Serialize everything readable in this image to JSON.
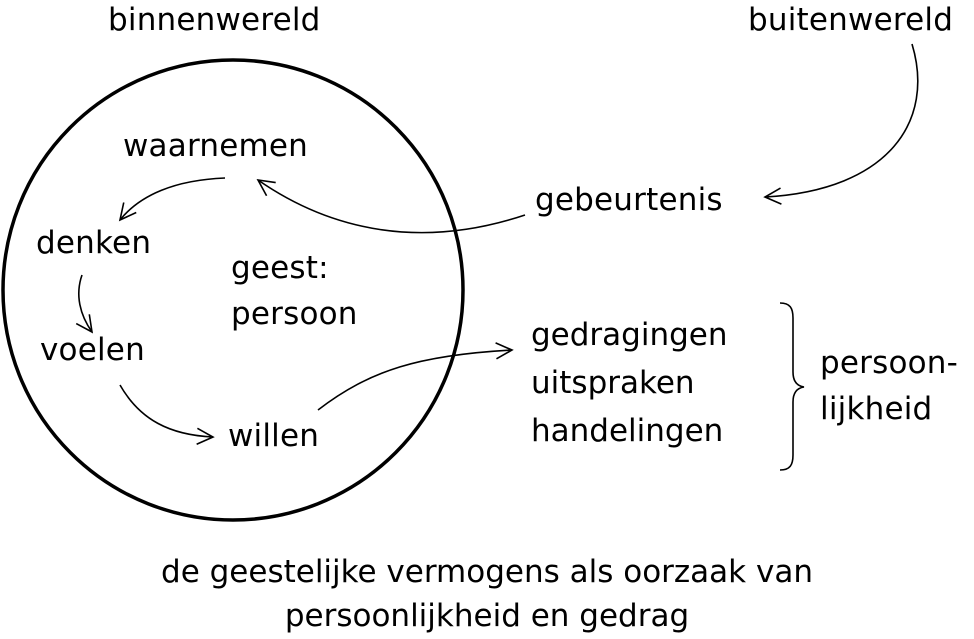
{
  "regions": {
    "inner_world": "binnenwereld",
    "outer_world": "buitenwereld"
  },
  "cycle": {
    "perceive": "waarnemen",
    "think": "denken",
    "feel": "voelen",
    "will": "willen"
  },
  "center": {
    "line1": "geest:",
    "line2": "persoon"
  },
  "event": "gebeurtenis",
  "outputs": [
    "gedragingen",
    "uitspraken",
    "handelingen"
  ],
  "personality": {
    "line1": "persoon-",
    "line2": "lijkheid"
  },
  "caption": {
    "line1": "de geestelijke vermogens als oorzaak van",
    "line2": "persoonlijkheid en gedrag"
  }
}
